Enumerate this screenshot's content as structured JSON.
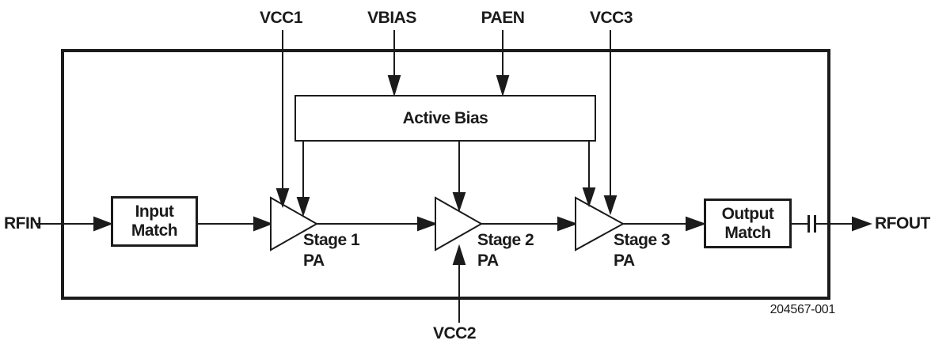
{
  "figure": {
    "background": "#ffffff",
    "ink": "#1b1b1b",
    "pins": {
      "vcc1": "VCC1",
      "vbias": "VBIAS",
      "paen": "PAEN",
      "vcc3": "VCC3",
      "vcc2": "VCC2",
      "rfin": "RFIN",
      "rfout": "RFOUT"
    },
    "blocks": {
      "input_match": {
        "line1": "Input",
        "line2": "Match"
      },
      "active_bias": {
        "label": "Active Bias"
      },
      "output_match": {
        "line1": "Output",
        "line2": "Match"
      },
      "stage1": {
        "title": "Stage 1",
        "subtitle": "PA"
      },
      "stage2": {
        "title": "Stage 2",
        "subtitle": "PA"
      },
      "stage3": {
        "title": "Stage 3",
        "subtitle": "PA"
      }
    },
    "figure_number": "204567-001"
  }
}
